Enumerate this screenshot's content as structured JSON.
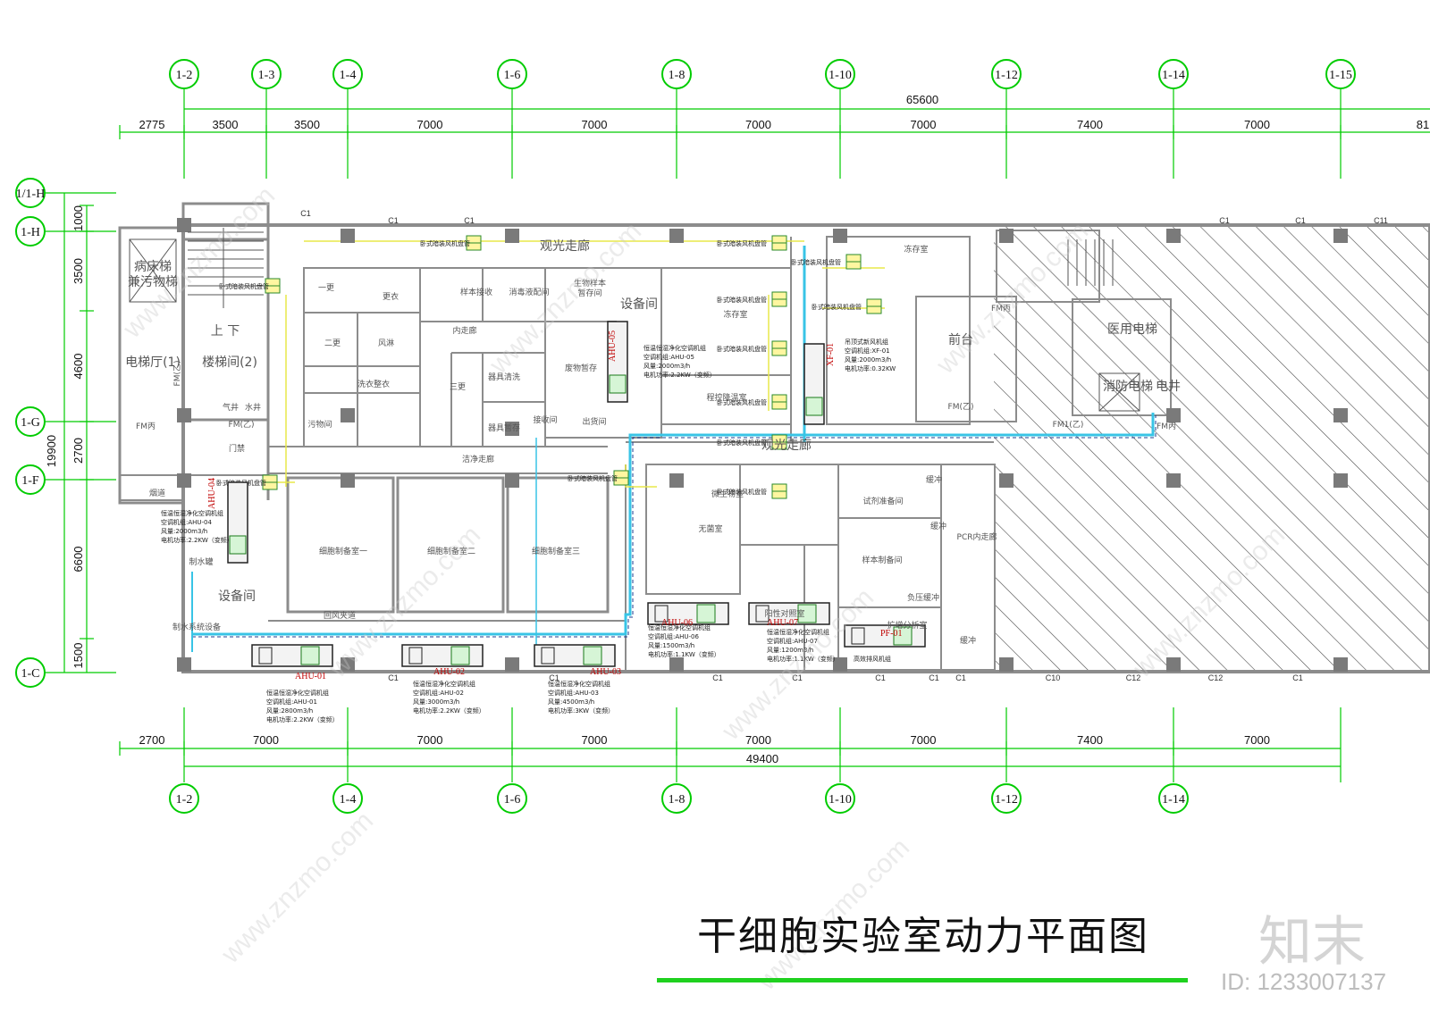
{
  "drawing": {
    "title": "干细胞实验室动力平面图",
    "logo_text": "知末",
    "image_id_label": "ID: 1233007137",
    "watermark": "www.znzmo.com"
  },
  "colors": {
    "axis_green": "#00cc00",
    "wall_gray": "#8c8c8c",
    "column_gray": "#7a7a7a",
    "duct_cyan": "#38c4e6",
    "pipe_yellow": "#e8e84a",
    "tag_red": "#c00000"
  },
  "axes_top": [
    "1-2",
    "1-3",
    "1-4",
    "1-6",
    "1-8",
    "1-10",
    "1-12",
    "1-14",
    "1-15"
  ],
  "axes_bottom": [
    "1-2",
    "1-4",
    "1-6",
    "1-8",
    "1-10",
    "1-12",
    "1-14"
  ],
  "axes_left": [
    "1/1-H",
    "1-H",
    "1-G",
    "1-F",
    "1-C"
  ],
  "dims": {
    "top_total": "65600",
    "top_segments": [
      "2775",
      "3500",
      "3500",
      "7000",
      "7000",
      "7000",
      "7000",
      "7400",
      "7000",
      "81"
    ],
    "bottom_total": "49400",
    "bottom_segments": [
      "2700",
      "7000",
      "7000",
      "7000",
      "7000",
      "7000",
      "7400",
      "7000"
    ],
    "left_total": "19900",
    "left_segments": [
      "1000",
      "3500",
      "4600",
      "2700",
      "6600",
      "1500"
    ]
  },
  "rooms": {
    "elevator_big": "病床梯\n兼污物梯",
    "stair_updown": "上  下",
    "elevator_hall": "电梯厅(1)",
    "stair_2": "楼梯间(2)",
    "gas_well": "气井",
    "water_well": "水井",
    "smoke": "烟道",
    "door_ctrl": "门禁",
    "equip_left": "设备间",
    "water_tank": "制水罐",
    "water_sys": "制水系统设备",
    "change1": "一更",
    "change_clothes": "更衣",
    "sample_recv": "样本接收",
    "disinfect": "消毒液配间",
    "bio_store": "生物样本\n暂存间",
    "equip_mid": "设备间",
    "cold1": "冻存室",
    "cold_big": "冻存室",
    "program_cool": "程控降温室",
    "front_desk": "前台",
    "med_elevator": "医用电梯",
    "fire_elevator": "消防电梯",
    "electric_well": "电井",
    "change2": "二更",
    "shower": "风淋",
    "inner_corridor": "内走廊",
    "wash_clothes": "洗衣整衣",
    "change3": "三更",
    "tool_wash": "器具清洗",
    "tool_store": "器具暂存",
    "waste_store": "废物暂存",
    "recycle": "污物间",
    "collect": "接收间",
    "clean_corridor": "洁净走廊",
    "sightseeing": "观光走廊",
    "sightseeing_top": "观光走廊",
    "exit": "出货间",
    "cell1": "细胞制备室一",
    "cell2": "细胞制备室二",
    "cell3": "细胞制备室三",
    "micro": "微生物室",
    "sterile": "无菌室",
    "reagent": "试剂准备间",
    "buffer1": "缓冲",
    "buffer2": "缓冲",
    "buffer3": "缓冲",
    "sample_prep": "样本制备间",
    "pcr": "PCR内走廊",
    "amplify": "扩增分析室",
    "neg_press": "负压缓冲",
    "positive": "阳性对照室",
    "return_corr": "回风夹道"
  },
  "door_tags": [
    "FM(乙)",
    "FM丙",
    "FM(乙)",
    "FM丙",
    "FM(乙)",
    "FM1(乙)",
    "FM丙"
  ],
  "columns_top": [
    "C1",
    "C1",
    "C1",
    "C1",
    "C1",
    "C11"
  ],
  "columns_bottom": [
    "C1",
    "C1",
    "C1",
    "C1",
    "C1",
    "C1",
    "C1",
    "C10",
    "C12",
    "C12",
    "C1"
  ],
  "fan_coil_label": "卧式暗装风机盘管",
  "equipment": [
    {
      "tag": "AHU-01",
      "lines": [
        "恒温恒湿净化空调机组",
        "空调机组:AHU-01",
        "风量:2800m3/h",
        "电机功率:2.2KW（变频）"
      ]
    },
    {
      "tag": "AHU-02",
      "lines": [
        "恒温恒湿净化空调机组",
        "空调机组:AHU-02",
        "风量:3000m3/h",
        "电机功率:2.2KW（变频）"
      ]
    },
    {
      "tag": "AHU-03",
      "lines": [
        "恒温恒湿净化空调机组",
        "空调机组:AHU-03",
        "风量:4500m3/h",
        "电机功率:3KW（变频）"
      ]
    },
    {
      "tag": "AHU-04",
      "lines": [
        "恒温恒湿净化空调机组",
        "空调机组:AHU-04",
        "风量:2000m3/h",
        "电机功率:2.2KW（变频）"
      ]
    },
    {
      "tag": "AHU-05",
      "lines": [
        "恒温恒湿净化空调机组",
        "空调机组:AHU-05",
        "风量:2000m3/h",
        "电机功率:2.2KW（变频）"
      ]
    },
    {
      "tag": "AHU-06",
      "lines": [
        "恒温恒湿净化空调机组",
        "空调机组:AHU-06",
        "风量:1500m3/h",
        "电机功率:1.1KW（变频）"
      ]
    },
    {
      "tag": "AHU-07",
      "lines": [
        "恒温恒湿净化空调机组",
        "空调机组:AHU-07",
        "风量:1200m3/h",
        "电机功率:1.1KW（变频）"
      ]
    },
    {
      "tag": "XF-01",
      "lines": [
        "吊顶式新风机组",
        "空调机组:XF-01",
        "风量:2000m3/h",
        "电机功率:0.32KW"
      ]
    },
    {
      "tag": "PF-01",
      "lines": [
        "高效排风机组"
      ]
    }
  ]
}
